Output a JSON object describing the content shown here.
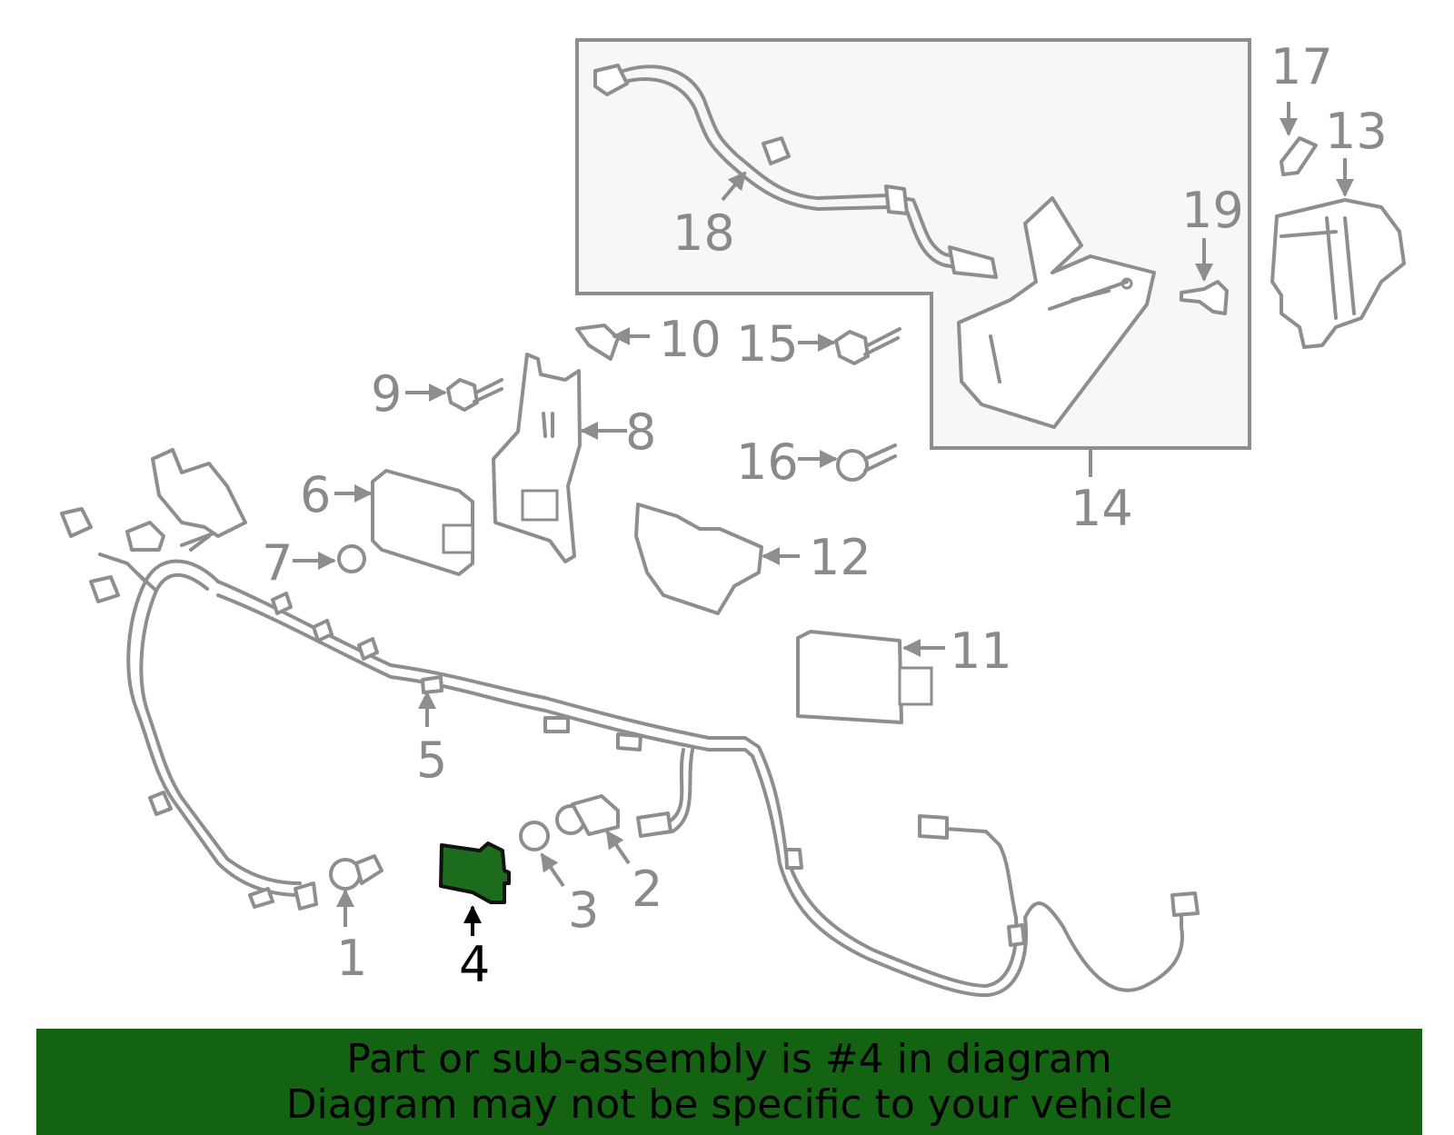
{
  "diagram": {
    "highlight_color": "#1d6b1d",
    "line_color": "#8e8e8e",
    "labels": {
      "p1": "1",
      "p2": "2",
      "p3": "3",
      "p4": "4",
      "p5": "5",
      "p6": "6",
      "p7": "7",
      "p8": "8",
      "p9": "9",
      "p10": "10",
      "p11": "11",
      "p12": "12",
      "p13": "13",
      "p14": "14",
      "p15": "15",
      "p16": "16",
      "p17": "17",
      "p18": "18",
      "p19": "19"
    }
  },
  "banner": {
    "line1": "Part or sub-assembly is #4 in diagram",
    "line2": "Diagram may not be specific to your vehicle",
    "background": "#136313"
  }
}
